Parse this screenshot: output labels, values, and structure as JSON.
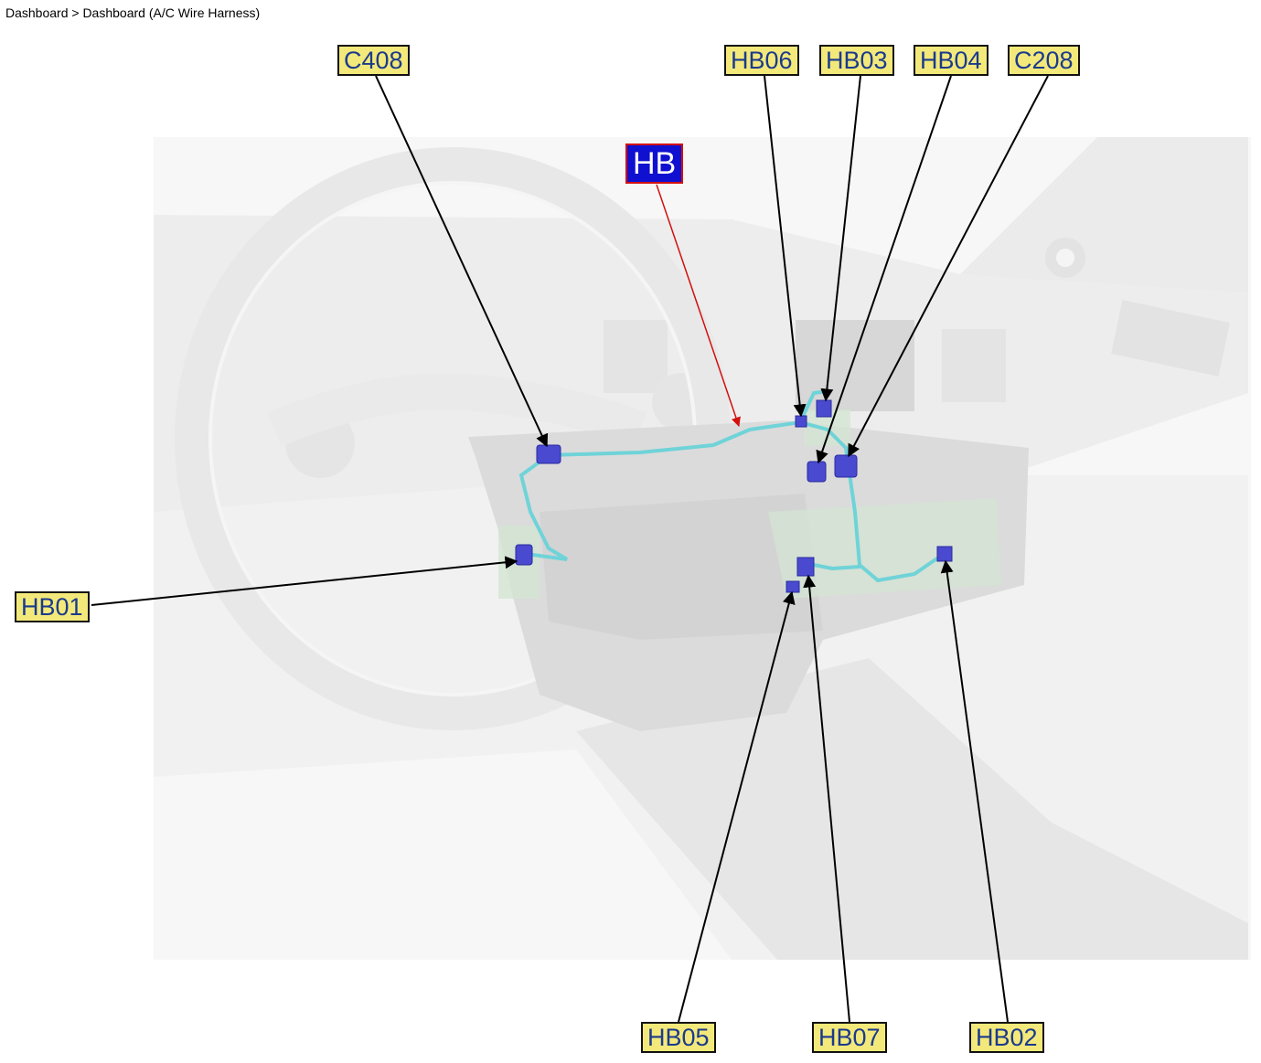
{
  "breadcrumb": "Dashboard > Dashboard (A/C Wire Harness)",
  "harness_label": "HB",
  "connectors": {
    "c408": "C408",
    "hb06": "HB06",
    "hb03": "HB03",
    "hb04": "HB04",
    "c208": "C208",
    "hb01": "HB01",
    "hb05": "HB05",
    "hb07": "HB07",
    "hb02": "HB02"
  },
  "colors": {
    "callout_fill": "#f3e97a",
    "callout_text": "#1b3a8c",
    "harness_fill": "#1010d0",
    "harness_border": "#d21010",
    "wire": "#6fd3d8",
    "connector": "#4a4ad0"
  }
}
